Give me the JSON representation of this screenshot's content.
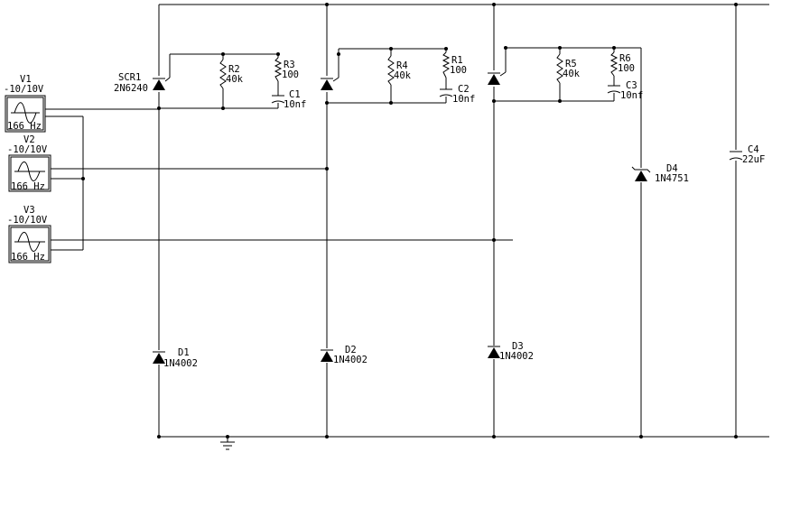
{
  "sources": [
    {
      "ref": "V1",
      "amplitude": "-10/10V",
      "freq": "166 Hz"
    },
    {
      "ref": "V2",
      "amplitude": "-10/10V",
      "freq": "166 Hz"
    },
    {
      "ref": "V3",
      "amplitude": "-10/10V",
      "freq": "166 Hz"
    }
  ],
  "scr1": {
    "ref": "SCR1",
    "part": "2N6240"
  },
  "resistors": {
    "r1": {
      "ref": "R1",
      "value": "100"
    },
    "r2": {
      "ref": "R2",
      "value": "40k"
    },
    "r3": {
      "ref": "R3",
      "value": "100"
    },
    "r4": {
      "ref": "R4",
      "value": "40k"
    },
    "r5": {
      "ref": "R5",
      "value": "40k"
    },
    "r6": {
      "ref": "R6",
      "value": "100"
    }
  },
  "capacitors": {
    "c1": {
      "ref": "C1",
      "value": "10nf"
    },
    "c2": {
      "ref": "C2",
      "value": "10nf"
    },
    "c3": {
      "ref": "C3",
      "value": "10nf"
    },
    "c4": {
      "ref": "C4",
      "value": "22uF"
    }
  },
  "diodes": {
    "d1": {
      "ref": "D1",
      "part": "1N4002"
    },
    "d2": {
      "ref": "D2",
      "part": "1N4002"
    },
    "d3": {
      "ref": "D3",
      "part": "1N4002"
    },
    "d4": {
      "ref": "D4",
      "part": "1N4751"
    }
  }
}
